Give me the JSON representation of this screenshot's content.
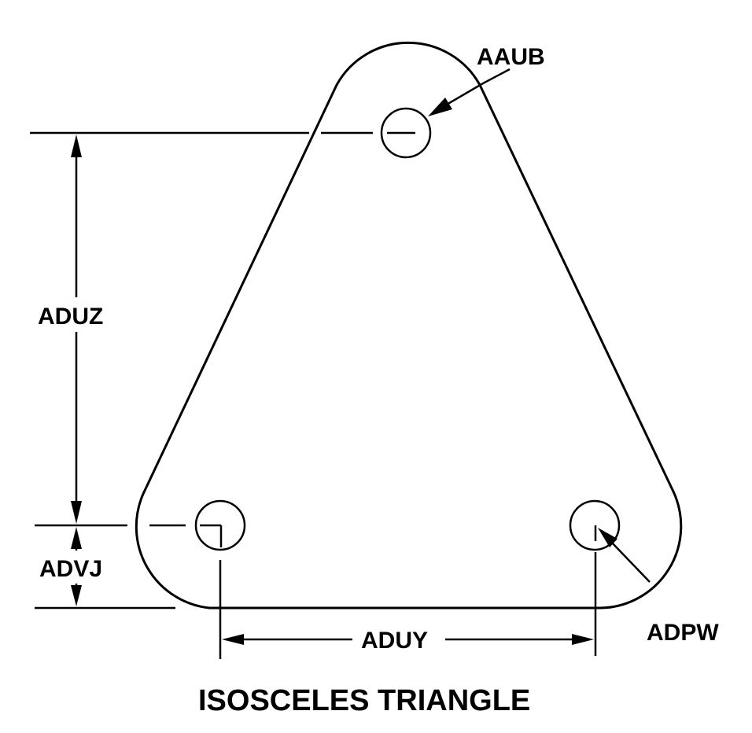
{
  "diagram": {
    "title": "ISOSCELES TRIANGLE",
    "labels": {
      "hole_callout": "AAUB",
      "height": "ADUZ",
      "bottom_offset": "ADVJ",
      "base_width": "ADUY",
      "corner_radius": "ADPW"
    }
  },
  "colors": {
    "ink": "#000000",
    "paper": "#ffffff"
  }
}
